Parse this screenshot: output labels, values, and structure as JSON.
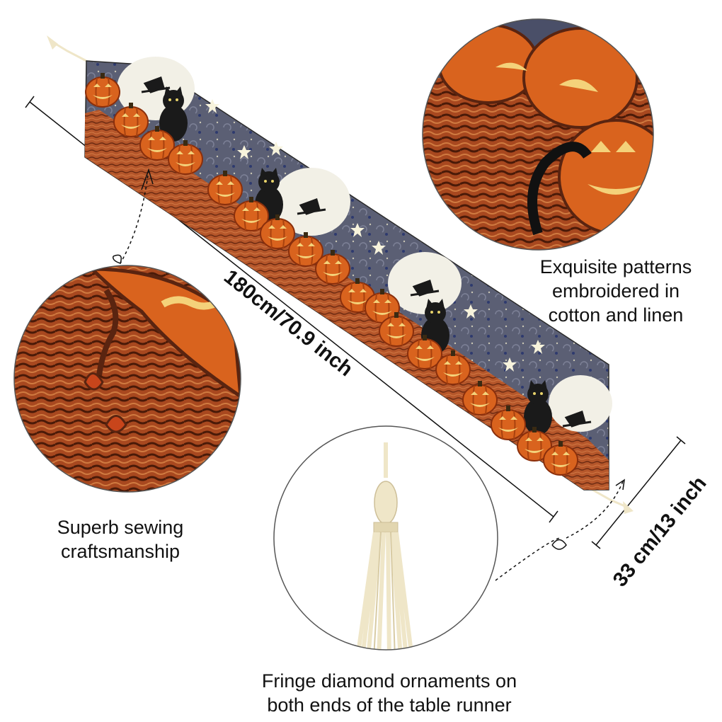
{
  "product": {
    "theme": "Halloween table runner",
    "colors": {
      "pumpkin": "#d9631e",
      "pumpkin_dark": "#8a2f0c",
      "pumpkin_face": "#f4d27a",
      "wood": "#b5562a",
      "wood_dark": "#5a2410",
      "night": "#5b5f74",
      "moon": "#f2f0e6",
      "star": "#f7f3dc",
      "cat": "#1a1a1a",
      "tassel": "#efe6c8"
    }
  },
  "dimensions": {
    "length_label": "180cm/70.9 inch",
    "width_label": "33 cm/13 inch"
  },
  "callouts": {
    "pattern": "Exquisite patterns\nembroidered in\ncotton and linen",
    "sewing": "Superb sewing\ncraftsmanship",
    "fringe": "Fringe diamond ornaments on\nboth ends of the table runner"
  }
}
